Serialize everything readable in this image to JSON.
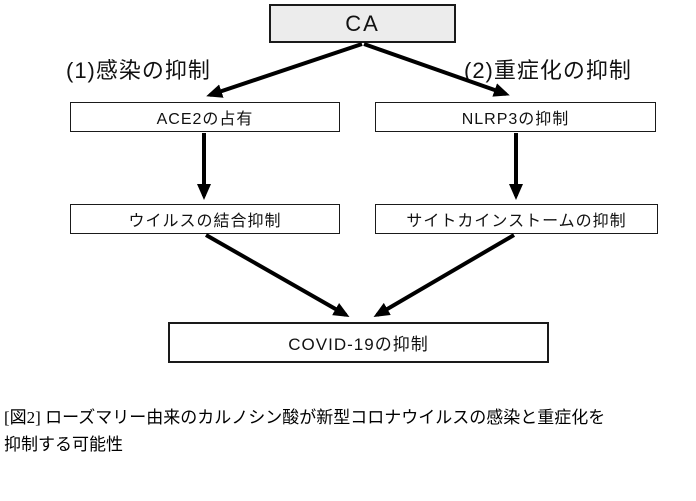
{
  "colors": {
    "background": "#ffffff",
    "box_border": "#1a1a1a",
    "ca_box_fill": "#ececec",
    "arrow": "#000000",
    "text": "#111111"
  },
  "diagram": {
    "ca_label": "CA",
    "left_branch_label": "(1)感染の抑制",
    "right_branch_label": "(2)重症化の抑制",
    "ace2_label": "ACE2の占有",
    "nlrp3_label": "NLRP3の抑制",
    "virus_label": "ウイルスの結合抑制",
    "cytokine_label": "サイトカインストームの抑制",
    "covid_label": "COVID-19の抑制"
  },
  "caption": {
    "line1": "[図2] ローズマリー由来のカルノシン酸が新型コロナウイルスの感染と重症化を",
    "line2": "抑制する可能性"
  }
}
